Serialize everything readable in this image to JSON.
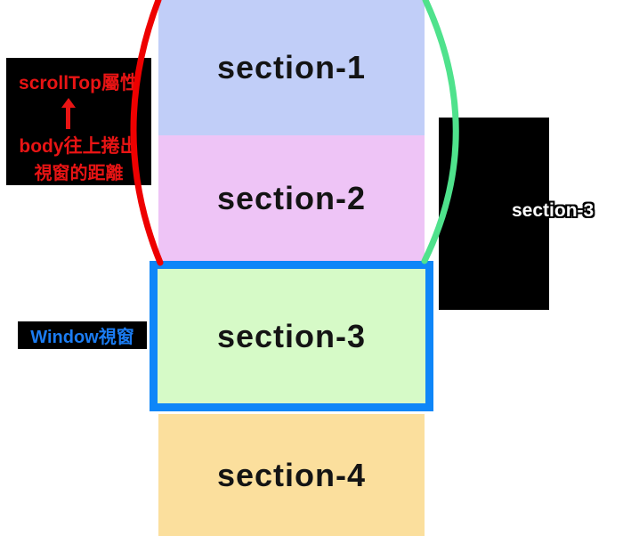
{
  "sections": [
    {
      "label": "section-1",
      "bg": "#c1cef8"
    },
    {
      "label": "section-2",
      "bg": "#eec4f6"
    },
    {
      "label": "section-3",
      "bg": "#d6fac7"
    },
    {
      "label": "section-4",
      "bg": "#fbdf9d"
    }
  ],
  "scrolltop_label": {
    "line1": "scrollTop屬性",
    "arrow_icon": "up-arrow",
    "line2": "body往上捲出",
    "line3": "視窗的距離",
    "color": "#e81414",
    "panel_bg": "#000000"
  },
  "window_label": {
    "text": "Window視窗",
    "color": "#1b7cf2",
    "panel_bg": "#000000"
  },
  "right_label": {
    "text": "section-3",
    "color": "#ffffff",
    "panel_bg": "#000000"
  },
  "colors": {
    "bracket_left": "#ee0000",
    "bracket_right": "#4fe28c",
    "viewport_border": "#0e86f8",
    "page_bg": "#ffffff"
  }
}
